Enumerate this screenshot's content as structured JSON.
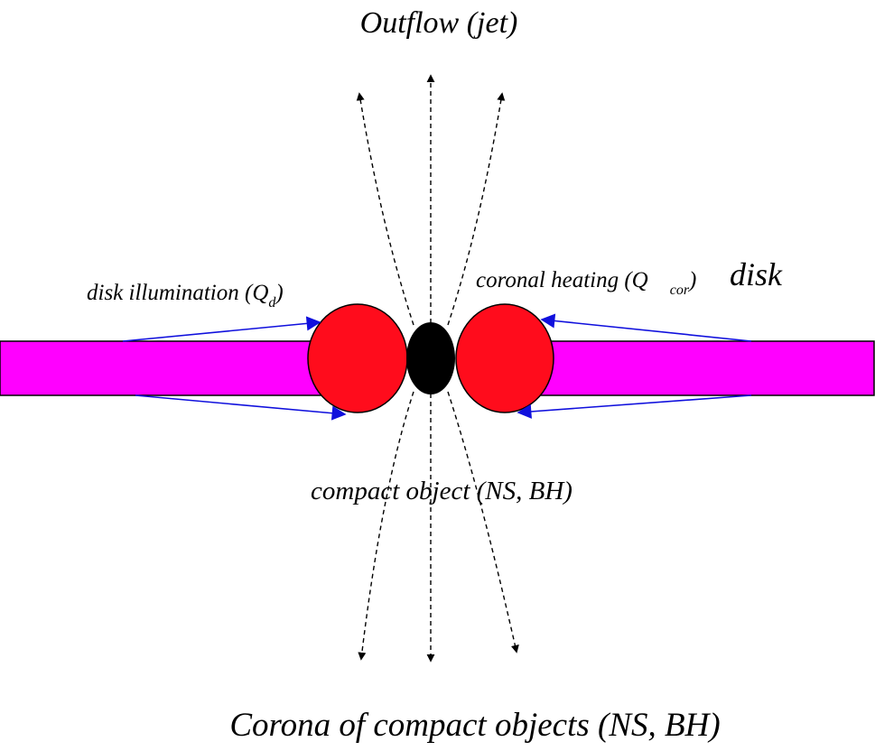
{
  "labels": {
    "outflow": "Outflow (jet)",
    "corona": "Corona of compact objects (NS, BH)",
    "compact_object": "compact object (NS, BH)",
    "disk": "disk",
    "disk_illumination_main": "disk illumination (Q",
    "disk_illumination_sub": "d",
    "disk_illumination_close": ")",
    "coronal_heating_main": "coronal heating (Q",
    "coronal_heating_sub": "cor",
    "coronal_heating_close": ")"
  },
  "colors": {
    "disk": "#ff00ff",
    "corona": "#ff0c1c",
    "compact_object": "#000000",
    "arrows": "#1010dd",
    "jet_lines": "#000000"
  }
}
